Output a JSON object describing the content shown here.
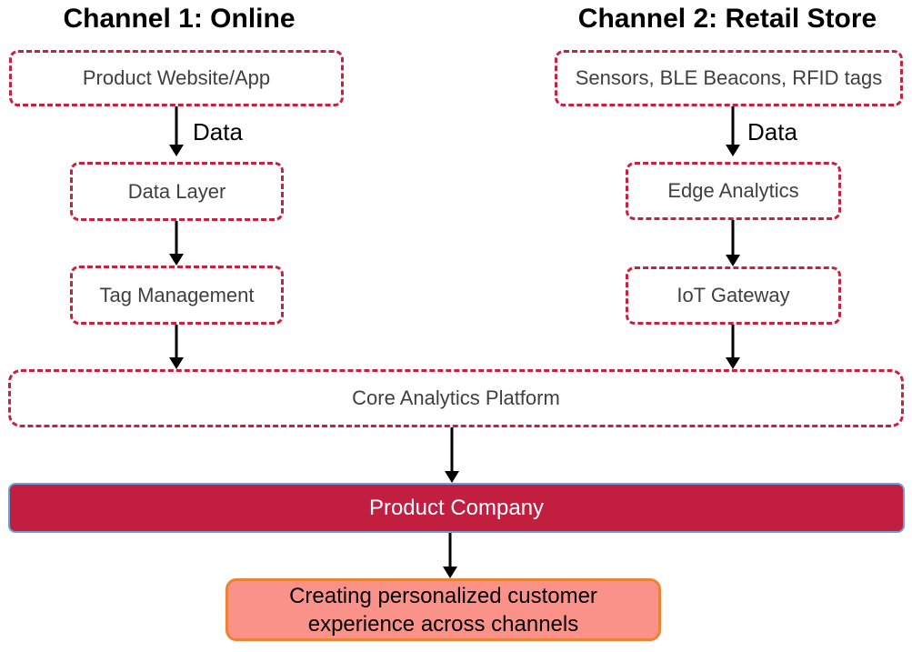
{
  "channel1": {
    "title": "Channel 1: Online",
    "arrow_label": "Data",
    "nodes": [
      "Product Website/App",
      "Data Layer",
      "Tag Management"
    ]
  },
  "channel2": {
    "title": "Channel 2: Retail Store",
    "arrow_label": "Data",
    "nodes": [
      "Sensors, BLE Beacons, RFID tags",
      "Edge Analytics",
      "IoT Gateway"
    ]
  },
  "core_platform": "Core Analytics Platform",
  "company": "Product Company",
  "outcome": {
    "line1": "Creating personalized customer",
    "line2": "experience across channels"
  },
  "colors": {
    "dashed_border": "#C8203E",
    "company_fill": "#C21E3F",
    "company_border": "#6D9ED4",
    "outcome_fill": "#FB9289",
    "outcome_border": "#EC8233",
    "node_text": "#3F3F3F",
    "title_text": "#000000",
    "arrow": "#000000"
  }
}
